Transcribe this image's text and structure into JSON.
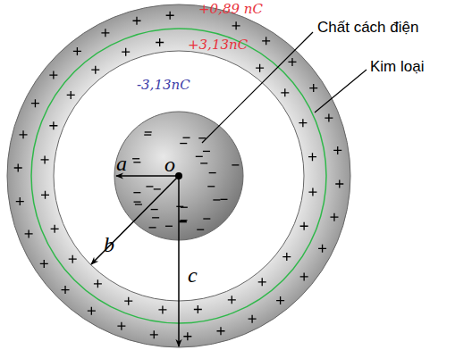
{
  "diagram": {
    "labels": [
      "+0,89 nC",
      "+3,13nC",
      "-3,13nC",
      "Chất cách điện",
      "Kim loại",
      "a",
      "o",
      "b",
      "c"
    ]
  }
}
